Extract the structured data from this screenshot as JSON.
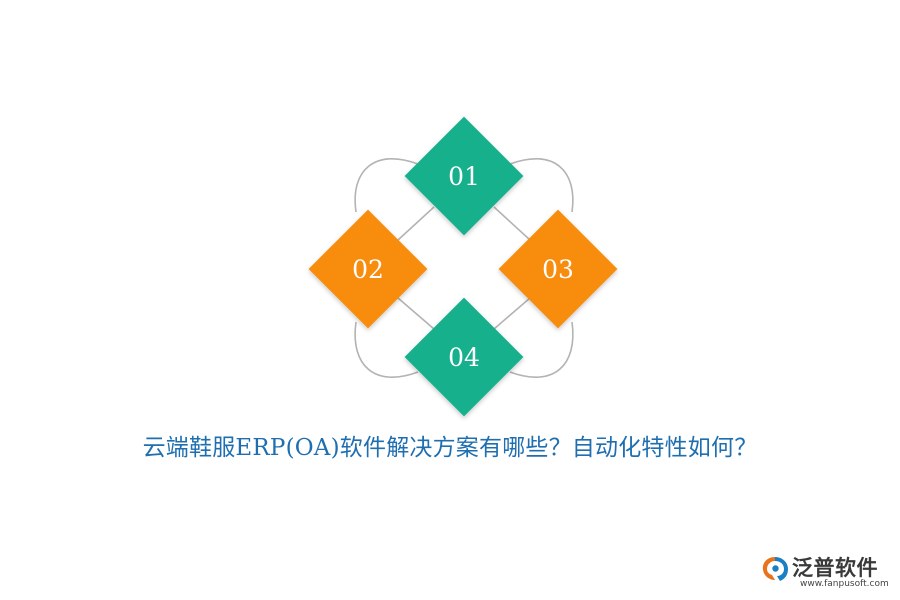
{
  "nodes": [
    {
      "label": "01",
      "color": "#17b08c"
    },
    {
      "label": "02",
      "color": "#f88c0c"
    },
    {
      "label": "03",
      "color": "#f88c0c"
    },
    {
      "label": "04",
      "color": "#17b08c"
    }
  ],
  "connector_color": "#b3b3b3",
  "title": "云端鞋服ERP(OA)软件解决方案有哪些？自动化特性如何？",
  "title_color": "#1f6fb0",
  "logo": {
    "name": "泛普软件",
    "url": "www.fanpusoft.com",
    "mark_colors": [
      "#e9731c",
      "#1b7fc4"
    ]
  }
}
